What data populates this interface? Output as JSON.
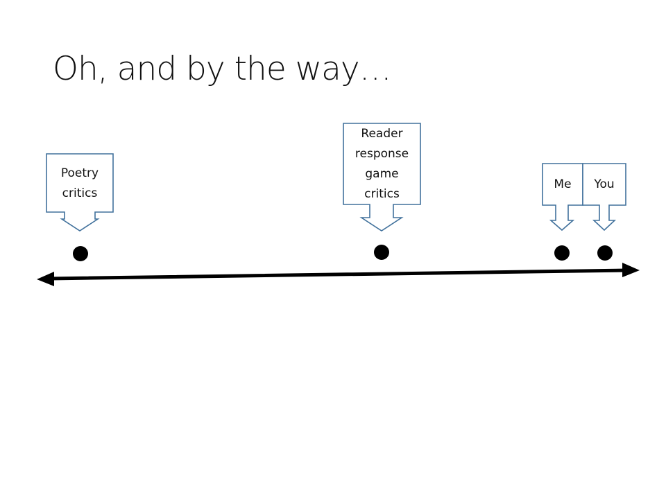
{
  "slide": {
    "title": "Oh, and by the way…"
  },
  "diagram": {
    "callouts": {
      "poetry_critics": "Poetry critics",
      "reader_response": "Reader response game critics",
      "me": "Me",
      "you": "You"
    },
    "colors": {
      "callout_border": "#41719C",
      "line": "#000000",
      "dot": "#000000"
    }
  }
}
